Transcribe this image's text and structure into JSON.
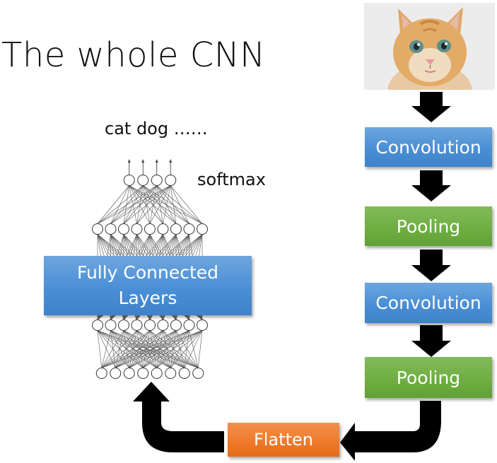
{
  "slide": {
    "title": "The whole CNN"
  },
  "network": {
    "output_labels": "cat dog ……",
    "softmax_label": "softmax",
    "fc_box_line1": "Fully Connected",
    "fc_box_line2": "Layers",
    "layers": [
      4,
      9,
      9,
      8
    ]
  },
  "pipeline": {
    "input_image": "cat-photo",
    "steps": [
      {
        "label": "Convolution",
        "color": "#4a8fd6"
      },
      {
        "label": "Pooling",
        "color": "#6fae43"
      },
      {
        "label": "Convolution",
        "color": "#4a8fd6"
      },
      {
        "label": "Pooling",
        "color": "#6fae43"
      }
    ],
    "flatten_label": "Flatten",
    "flatten_color": "#ef7b2c"
  }
}
